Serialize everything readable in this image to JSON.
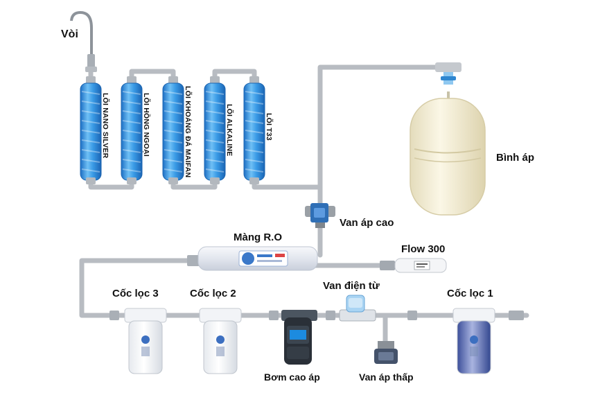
{
  "labels": {
    "faucet": "Vòi",
    "tank": "Bình áp",
    "high_pressure_valve": "Van áp cao",
    "ro_membrane": "Màng R.O",
    "flow": "Flow 300",
    "solenoid_valve": "Van điện từ",
    "filter_cup_3": "Cốc lọc 3",
    "filter_cup_2": "Cốc lọc 2",
    "filter_cup_1": "Cốc lọc 1",
    "booster_pump": "Bơm cao áp",
    "low_pressure_valve": "Van áp thấp"
  },
  "cartridges": [
    {
      "label": "LÕI NANO SILVER"
    },
    {
      "label": "LÕI HỒNG NGOẠI"
    },
    {
      "label": "LÕI KHOÁNG ĐÁ MAIFAN"
    },
    {
      "label": "LÕI ALKALINE"
    },
    {
      "label": "LÕI T33"
    }
  ],
  "colors": {
    "pipe": "#c9ccd0",
    "pipe_edge": "#9aa0a6",
    "cartridge_blue": "#2f8fe0",
    "tank": "#f3ecd2",
    "cup_blue": "#3f5aa8"
  }
}
